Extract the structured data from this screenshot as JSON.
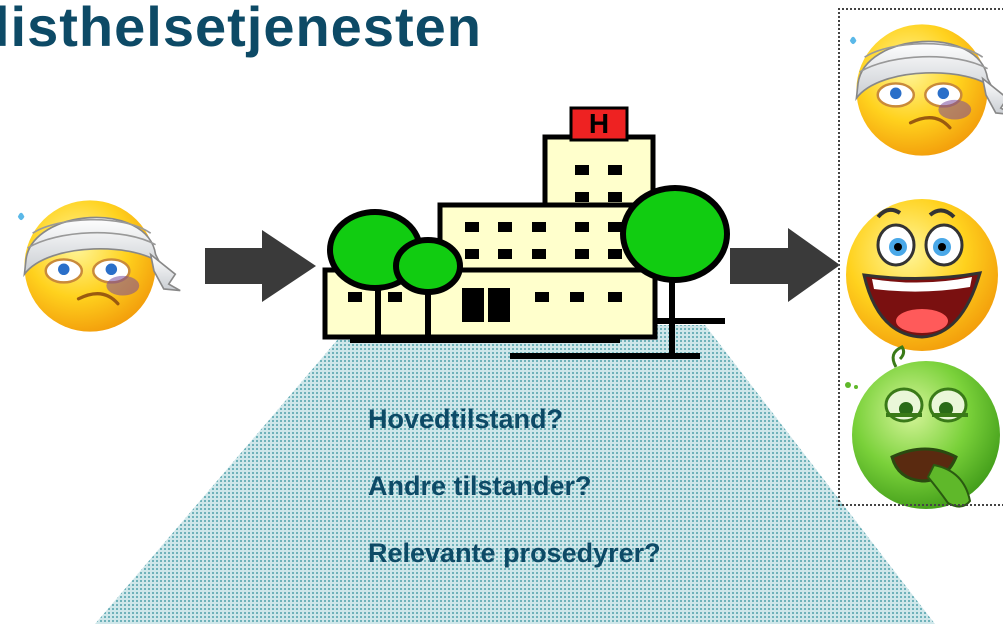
{
  "title": "listhelsetjenesten",
  "questions": {
    "main_condition": "Hovedtilstand?",
    "other_conditions": "Andre tilstander?",
    "procedures": "Relevante prosedyrer?"
  },
  "hospital_sign": "H",
  "colors": {
    "title": "#0d4a66",
    "arrow": "#3a3a3a",
    "tree": "#11cc11",
    "building": "#ffffcc",
    "cone": "#a9d3d8",
    "sign": "#ee2222",
    "face_yellow": "#ffd21e",
    "face_green": "#7ad13a"
  },
  "icons": {
    "patient_in": "bandaged-face-icon",
    "hospital": "hospital-icon",
    "outcome_1": "bandaged-face-icon",
    "outcome_2": "laughing-face-icon",
    "outcome_3": "sick-face-icon"
  }
}
